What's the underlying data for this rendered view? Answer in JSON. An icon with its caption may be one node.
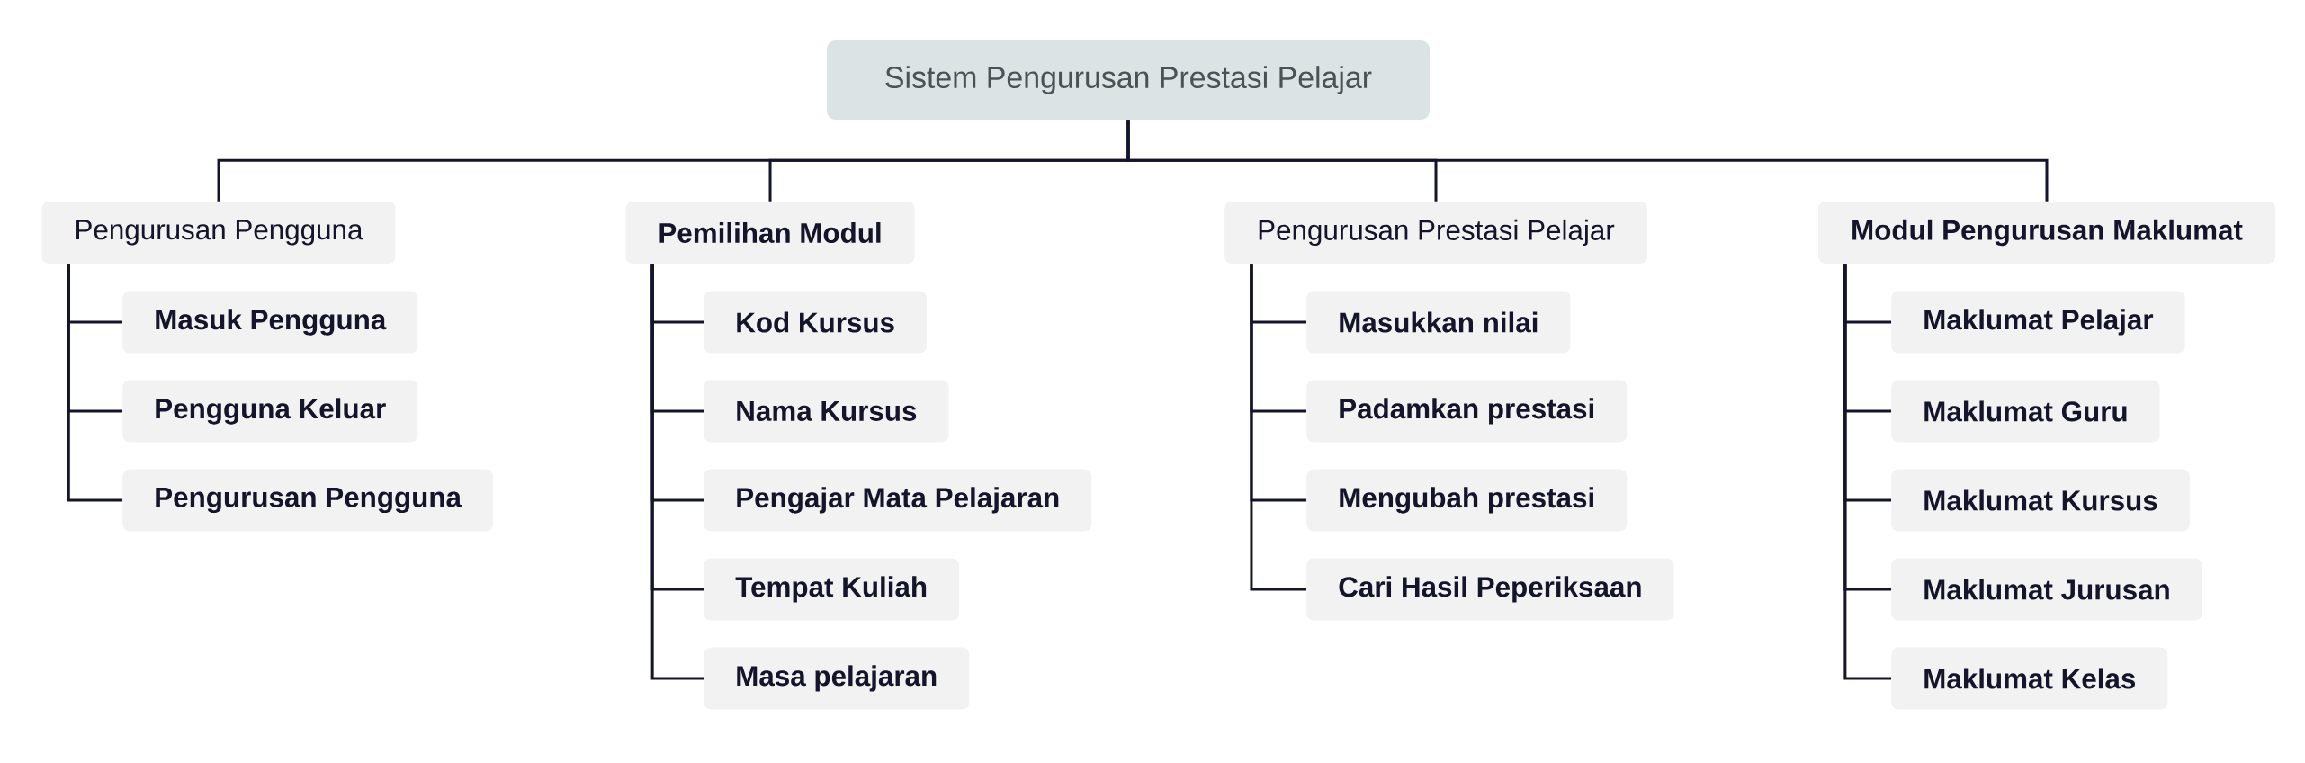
{
  "diagram": {
    "nodes": [
      {
        "text": [
          "Sistem Pengurusan Prestasi Pelajar"
        ]
      },
      {
        "text": [
          "Pengurusan Pengguna"
        ]
      },
      {
        "text": [
          "Masuk Pengguna"
        ]
      },
      {
        "text": [
          "Pengguna Keluar"
        ]
      },
      {
        "text": [
          "Pengurusan Pengguna"
        ]
      },
      {
        "text": [
          "Pemilihan Modul"
        ]
      },
      {
        "text": [
          "Kod Kursus"
        ]
      },
      {
        "text": [
          "Nama Kursus"
        ]
      },
      {
        "text": [
          "Pengajar Mata Pelajaran"
        ]
      },
      {
        "text": [
          "Tempat Kuliah"
        ]
      },
      {
        "text": [
          "Masa pelajaran"
        ]
      },
      {
        "text": [
          "Pengurusan Prestasi Pelajar"
        ]
      },
      {
        "text": [
          "Masukkan nilai"
        ]
      },
      {
        "text": [
          "Padamkan prestasi"
        ]
      },
      {
        "text": [
          "Mengubah prestasi"
        ]
      },
      {
        "text": [
          "Cari Hasil Peperiksaan"
        ]
      },
      {
        "text": [
          "Modul Pengurusan Maklumat"
        ]
      },
      {
        "text": [
          "Maklumat Pelajar"
        ]
      },
      {
        "text": [
          "Maklumat Guru"
        ]
      },
      {
        "text": [
          "Maklumat Kursus"
        ]
      },
      {
        "text": [
          "Maklumat Jurusan"
        ]
      },
      {
        "text": [
          "Maklumat Kelas"
        ]
      }
    ],
    "edges": [
      {
        "from": 0,
        "to": 1,
        "arrow": "none"
      },
      {
        "from": 0,
        "to": 5,
        "arrow": "none"
      },
      {
        "from": 0,
        "to": 11,
        "arrow": "none"
      },
      {
        "from": 0,
        "to": 16,
        "arrow": "none"
      },
      {
        "from": 1,
        "to": 2,
        "arrow": "none"
      },
      {
        "from": 1,
        "to": 3,
        "arrow": "none"
      },
      {
        "from": 1,
        "to": 4,
        "arrow": "none"
      },
      {
        "from": 5,
        "to": 6,
        "arrow": "none"
      },
      {
        "from": 5,
        "to": 7,
        "arrow": "none"
      },
      {
        "from": 5,
        "to": 8,
        "arrow": "none"
      },
      {
        "from": 5,
        "to": 9,
        "arrow": "none"
      },
      {
        "from": 5,
        "to": 10,
        "arrow": "none"
      },
      {
        "from": 11,
        "to": 12,
        "arrow": "none"
      },
      {
        "from": 11,
        "to": 13,
        "arrow": "none"
      },
      {
        "from": 11,
        "to": 14,
        "arrow": "none"
      },
      {
        "from": 11,
        "to": 15,
        "arrow": "none"
      },
      {
        "from": 16,
        "to": 17,
        "arrow": "none"
      },
      {
        "from": 16,
        "to": 18,
        "arrow": "none"
      },
      {
        "from": 16,
        "to": 19,
        "arrow": "none"
      },
      {
        "from": 16,
        "to": 20,
        "arrow": "none"
      },
      {
        "from": 16,
        "to": 21,
        "arrow": "none"
      }
    ]
  }
}
